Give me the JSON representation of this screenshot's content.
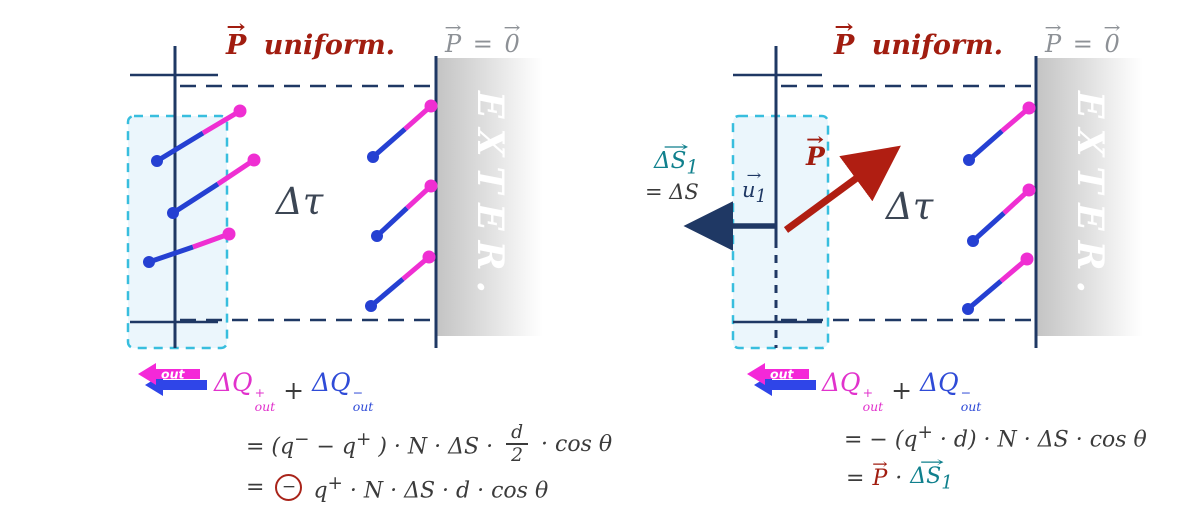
{
  "symbols": {
    "vec_arrow": "→"
  },
  "left": {
    "p_uniform": {
      "p": "P",
      "text": "uniform."
    },
    "p_zero": {
      "p": "P",
      "eq": "=",
      "zero": "0"
    },
    "delta_tau": "Δτ",
    "exter": "EXTER.",
    "out_label": "out",
    "eq": {
      "dq_plus": {
        "base": "ΔQ",
        "sup": "+",
        "sub": "out"
      },
      "plus": "+",
      "dq_minus": {
        "base": "ΔQ",
        "sup": "−",
        "sub": "out"
      },
      "l2_a": "= (q",
      "l2_sup1": "−",
      "l2_b": "− q",
      "l2_sup2": "+",
      "l2_c": ") · N · ΔS ·",
      "frac_num": "d",
      "frac_den": "2",
      "l2_d": "· cos θ",
      "l3_eq": "=",
      "l3_minus": "−",
      "l3_b": "q",
      "l3_sup": "+",
      "l3_c": "· N · ΔS · d · cos θ"
    }
  },
  "right": {
    "p_uniform": {
      "p": "P",
      "text": "uniform."
    },
    "p_zero": {
      "p": "P",
      "eq": "=",
      "zero": "0"
    },
    "delta_tau": "Δτ",
    "exter": "EXTER.",
    "ds1": {
      "base": "ΔS",
      "sub": "1"
    },
    "ds1_eq": "= ΔS",
    "u1": {
      "base": "u",
      "sub": "1"
    },
    "p_arrow_label": "P",
    "out_label": "out",
    "eq": {
      "dq_plus": {
        "base": "ΔQ",
        "sup": "+",
        "sub": "out"
      },
      "plus": "+",
      "dq_minus": {
        "base": "ΔQ",
        "sup": "−",
        "sub": "out"
      },
      "l2_a": "= − (q",
      "l2_sup": "+",
      "l2_b": "· d) · N · ΔS · cos θ",
      "l3_eq": "=",
      "l3_p": "P",
      "l3_dot": "·",
      "l3_ds": {
        "base": "ΔS",
        "sub": "1"
      }
    }
  }
}
